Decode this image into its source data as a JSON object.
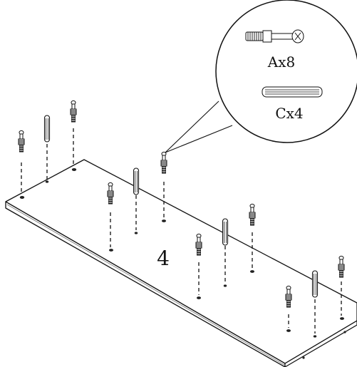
{
  "step_number": "4",
  "callout": {
    "cam_bolt_label": "Ax8",
    "dowel_label": "Cx4"
  },
  "parts": {
    "cam_bolt_icon": "cam-bolt",
    "dowel_icon": "wooden-dowel"
  },
  "colors": {
    "line": "#111111",
    "board_fill": "#ffffff",
    "panel_edge": "#777777"
  }
}
